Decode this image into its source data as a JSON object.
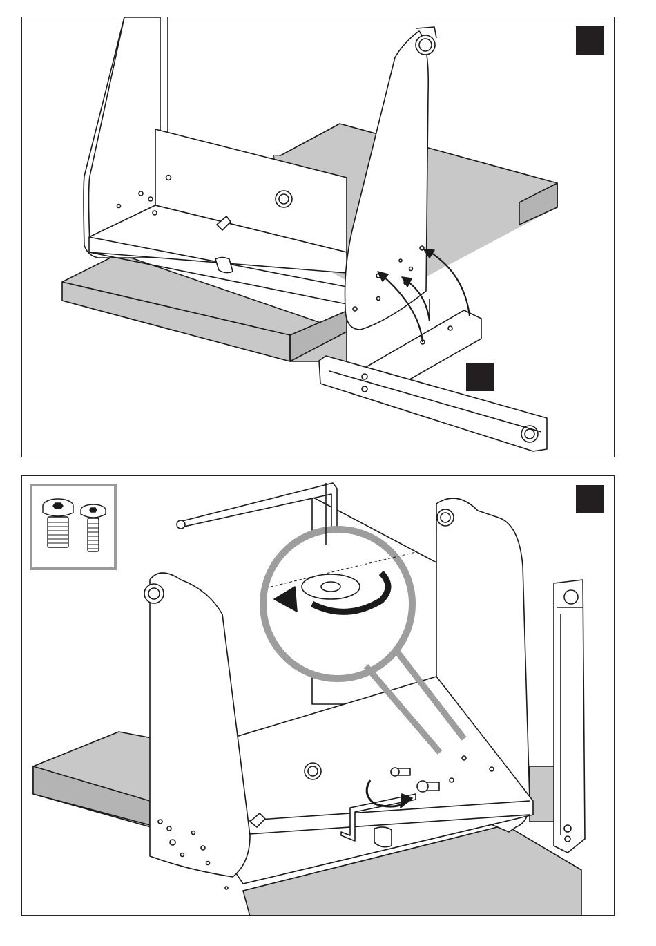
{
  "document": {
    "type": "assembly-instructions",
    "panels": [
      {
        "id": "step-panel-1",
        "badge_color": "#231f20",
        "content": []
      },
      {
        "id": "step-panel-2",
        "badge_color": "#231f20",
        "content": []
      }
    ],
    "colors": {
      "line": "#1a1a1a",
      "board_gray": "#c8c8c8",
      "board_edge": "#b4b4b4",
      "inset_frame": "#9a9a9a",
      "magnifier_ring": "#9d9d9d"
    },
    "icons": [
      "bolt-icon",
      "screw-icon",
      "hex-key-icon",
      "rotation-arrow-icon"
    ]
  }
}
